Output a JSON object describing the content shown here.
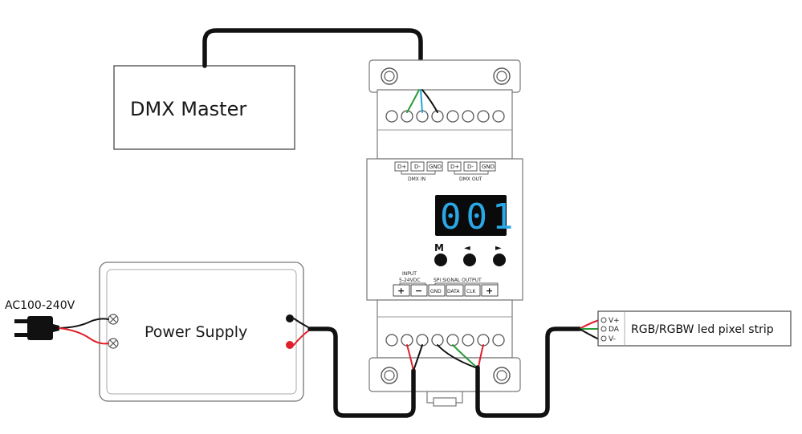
{
  "labels": {
    "dmx_master": "DMX Master",
    "power_supply": "Power Supply",
    "ac_input": "AC100-240V",
    "led_strip": "RGB/RGBW led pixel strip"
  },
  "controller": {
    "display_value": "001",
    "dmx_in_terminals": [
      "D+",
      "D-",
      "GND"
    ],
    "dmx_out_terminals": [
      "D+",
      "D-",
      "GND"
    ],
    "dmx_in_label": "DMX IN",
    "dmx_out_label": "DMX OUT",
    "input_label": "INPUT",
    "input_voltage": "5-24VDC",
    "spi_label": "SPI SIGNAL OUTPUT",
    "power_terminals": [
      "+",
      "−"
    ],
    "spi_terminals": [
      "GND",
      "DATA",
      "CLK",
      "+"
    ],
    "buttons": [
      "M",
      "◄",
      "►"
    ]
  },
  "strip_pins": [
    "V+",
    "DA",
    "V-"
  ],
  "colors": {
    "wire_black": "#111111",
    "wire_red": "#e0202a",
    "wire_green": "#2a9a3a",
    "wire_blue": "#27a4d8",
    "display_digits": "#2aa8e6"
  }
}
